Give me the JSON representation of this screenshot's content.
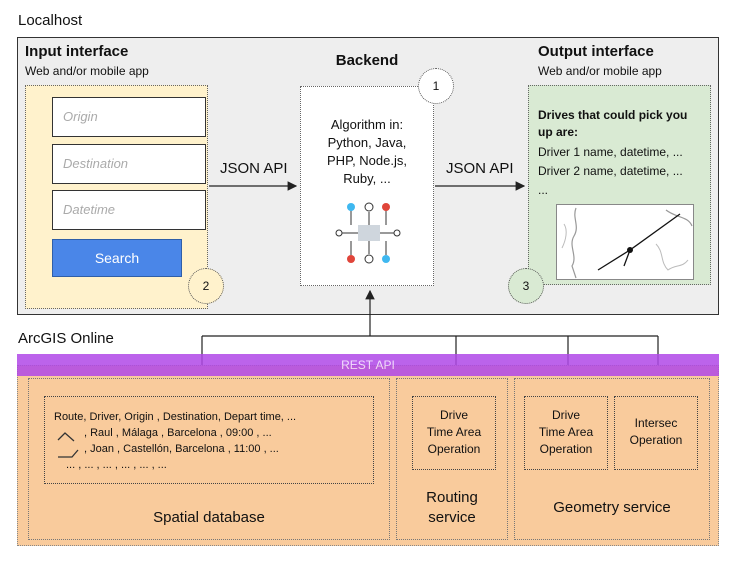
{
  "localhost": {
    "label": "Localhost",
    "input": {
      "title": "Input interface",
      "subtitle": "Web and/or mobile app",
      "origin_placeholder": "Origin",
      "destination_placeholder": "Destination",
      "datetime_placeholder": "Datetime",
      "search_label": "Search",
      "badge": "2"
    },
    "backend": {
      "title": "Backend",
      "badge": "1",
      "algo_lines": [
        "Algorithm in:",
        "Python, Java,",
        "PHP, Node.js,",
        "Ruby, ..."
      ],
      "icon": "network-diagram-icon",
      "icon_colors": {
        "blue": "#3fb8f0",
        "red": "#e0453a"
      }
    },
    "output": {
      "title": "Output interface",
      "subtitle": "Web and/or mobile app",
      "heading_lines": [
        "Drives that could pick you",
        "up are:"
      ],
      "results": [
        "Driver 1 name, datetime, ...",
        "Driver 2 name, datetime, ...",
        "..."
      ],
      "icon": "map-route-icon",
      "badge": "3"
    },
    "json_api_left": "JSON API",
    "json_api_right": "JSON API"
  },
  "arcgis": {
    "label": "ArcGIS Online",
    "rest_api": "REST API",
    "spatial": {
      "header": "Route, Driver, Origin      , Destination, Depart time, ...",
      "rows": [
        ", Raul   , Málaga    , Barcelona   , 09:00             , ...",
        ", Joan   , Castellón, Barcelona   , 11:00             , ...",
        "...  , ...     , ...            , ...                   , ...                  , ..."
      ],
      "label": "Spatial database"
    },
    "routing": {
      "op_lines": [
        "Drive",
        "Time Area",
        "Operation"
      ],
      "label_lines": [
        "Routing",
        "service"
      ]
    },
    "geometry": {
      "op1_lines": [
        "Drive",
        "Time Area",
        "Operation"
      ],
      "op2_lines": [
        "Intersec",
        "Operation"
      ],
      "label": "Geometry service"
    }
  },
  "colors": {
    "localhost_bg": "#eeeeee",
    "input_bg": "#fff2cc",
    "output_bg": "#d9ead3",
    "output_badge_bg": "#d9ead3",
    "arcgis_bg": "#f9cb9c",
    "rest_api_bg": "#b048e8",
    "search_button": "#4a86e8"
  }
}
